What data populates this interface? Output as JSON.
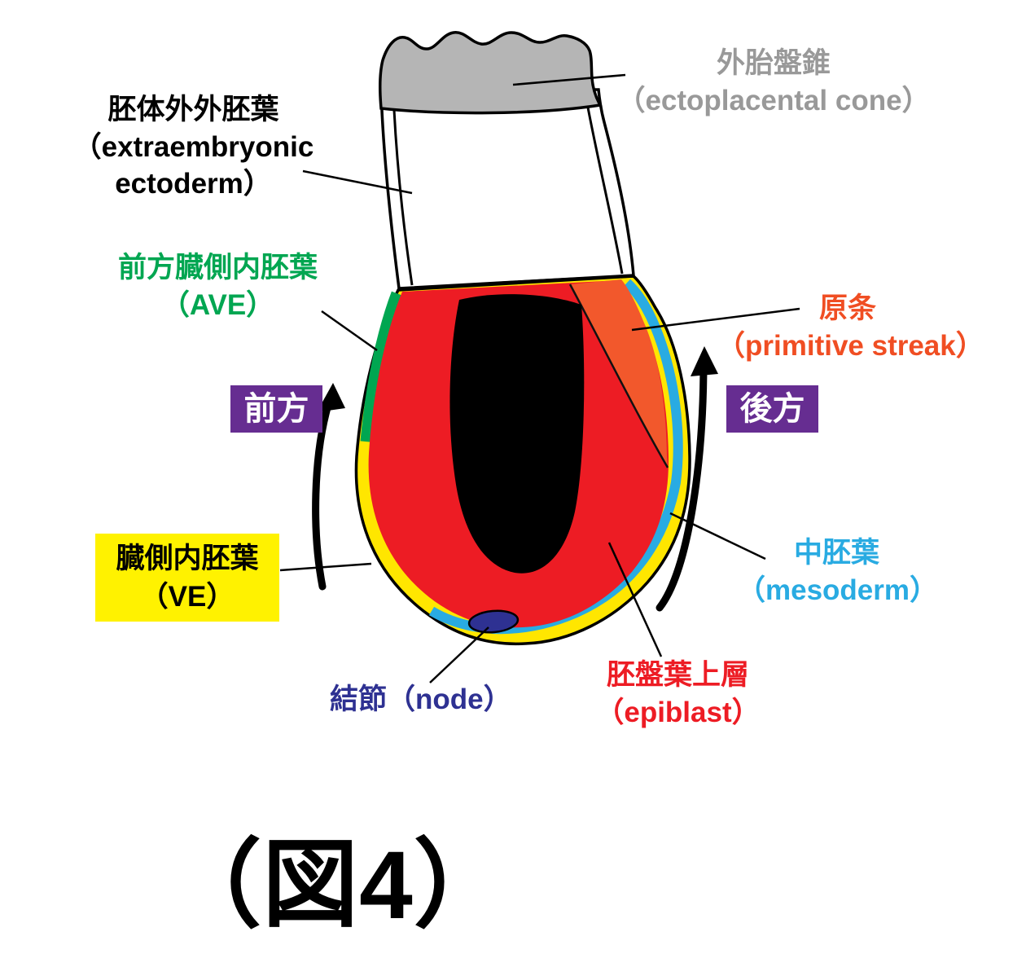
{
  "figure": {
    "caption": "（図4）"
  },
  "colors": {
    "epiblast_red": "#ed1c24",
    "primitive_streak_orange": "#f2582c",
    "ve_yellow": "#ffe600",
    "ve_box_yellow": "#fff200",
    "mesoderm_blue": "#29abe2",
    "ave_green": "#00a651",
    "node_navy": "#2e3192",
    "direction_purple": "#662d91",
    "cone_gray": "#b5b5b5",
    "cone_label_gray": "#999999",
    "cavity_black": "#000000"
  },
  "labels": {
    "ectoplacental_cone": {
      "jp": "外胎盤錐",
      "en": "（ectoplacental cone）"
    },
    "extraembryonic_ectoderm": {
      "jp": "胚体外外胚葉",
      "en1": "（extraembryonic",
      "en2": "ectoderm）"
    },
    "ave": {
      "jp": "前方臓側内胚葉",
      "en": "（AVE）"
    },
    "anterior": {
      "text": "前方"
    },
    "posterior": {
      "text": "後方"
    },
    "primitive_streak": {
      "jp": "原条",
      "en": "（primitive streak）"
    },
    "mesoderm": {
      "jp": "中胚葉",
      "en": "（mesoderm）"
    },
    "ve": {
      "jp": "臓側内胚葉",
      "en": "（VE）"
    },
    "node": {
      "text": "結節（node）"
    },
    "epiblast": {
      "jp": "胚盤葉上層",
      "en": "（epiblast）"
    }
  }
}
